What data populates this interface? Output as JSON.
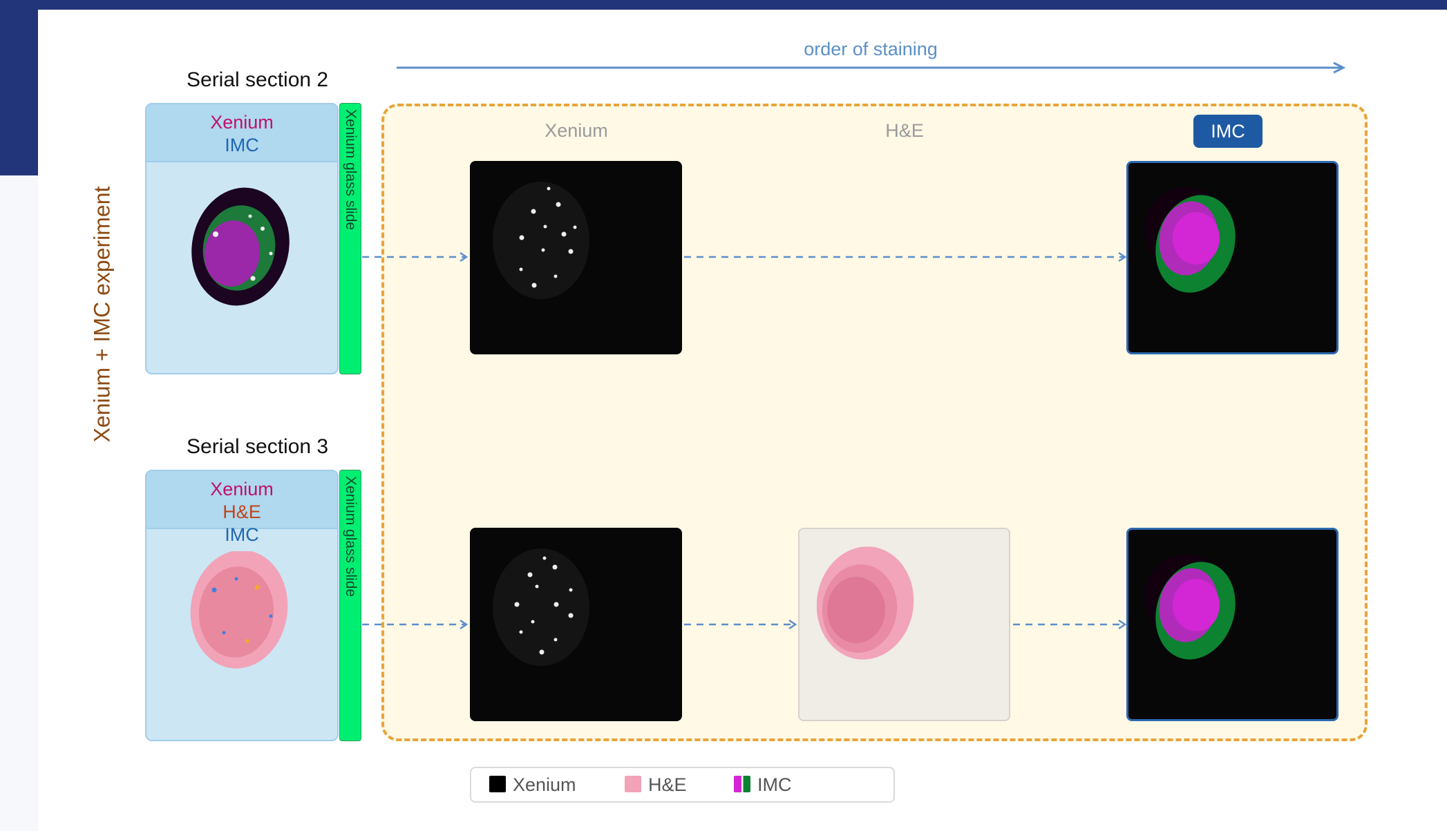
{
  "side_label": "Xenium + IMC experiment",
  "order_label": "order of staining",
  "sections": [
    {
      "title": "Serial section 2",
      "stains": [
        "Xenium",
        "IMC"
      ],
      "slide_label": "Xenium glass slide"
    },
    {
      "title": "Serial section 3",
      "stains": [
        "Xenium",
        "H&E",
        "IMC"
      ],
      "slide_label": "Xenium glass slide"
    }
  ],
  "columns": {
    "xenium": "Xenium",
    "he": "H&E",
    "imc": "IMC"
  },
  "legend": [
    {
      "label": "Xenium",
      "icon": "black-square-icon"
    },
    {
      "label": "H&E",
      "icon": "pink-square-icon"
    },
    {
      "label": "IMC",
      "icon": "magenta-green-bars-icon"
    }
  ],
  "colors": {
    "xenium_text": "#c0106a",
    "he_text": "#c0441b",
    "imc_text": "#1f67b1",
    "imc_badge": "#1e5aa3",
    "side_label": "#8a4a12",
    "order_arrow": "#5b8fc9",
    "dashed_region": "#e8a43a",
    "region_fill": "#fff9e6"
  }
}
